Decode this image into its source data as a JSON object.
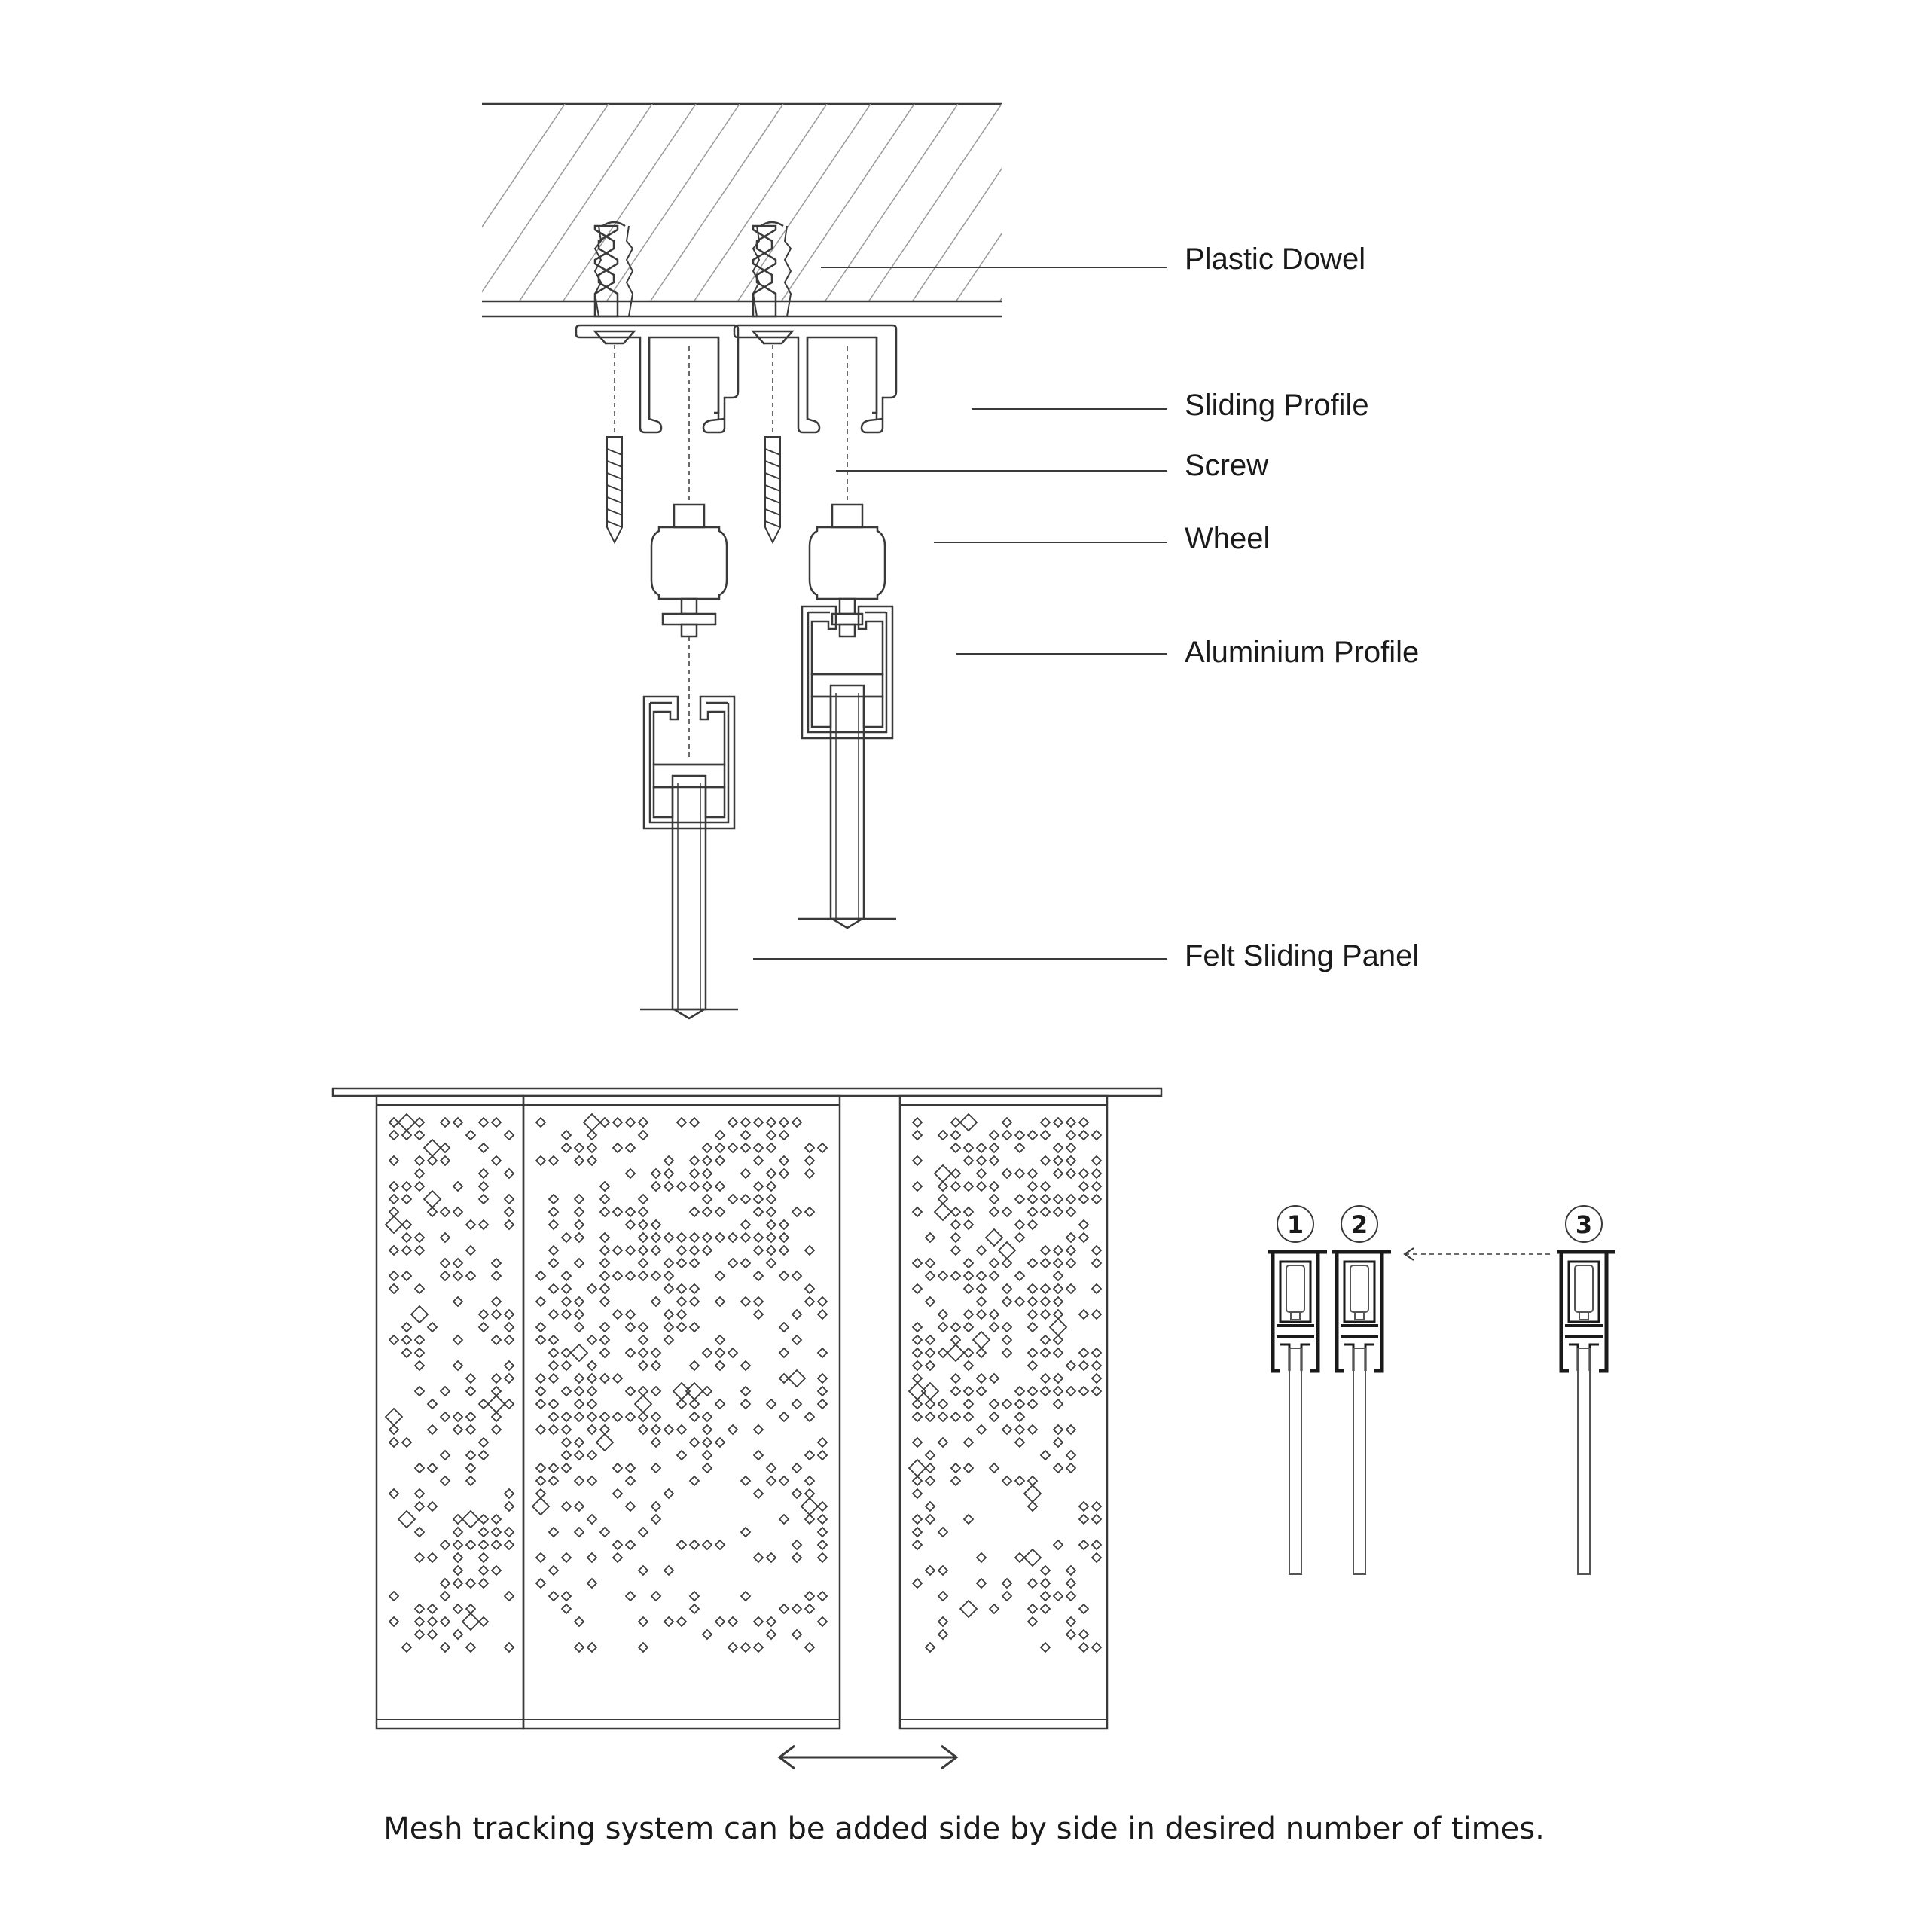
{
  "labels": {
    "plastic_dowel": "Plastic Dowel",
    "sliding_profile": "Sliding Profile",
    "screw": "Screw",
    "wheel": "Wheel",
    "aluminium_profile": "Aluminium Profile",
    "felt_sliding_panel": "Felt Sliding Panel"
  },
  "track_numbers": [
    "1",
    "2",
    "3"
  ],
  "caption": "Mesh tracking system can be added side by side in desired number of times.",
  "colors": {
    "line": "#3a3a3a",
    "ink": "#1a1a1a",
    "background": "#ffffff"
  }
}
